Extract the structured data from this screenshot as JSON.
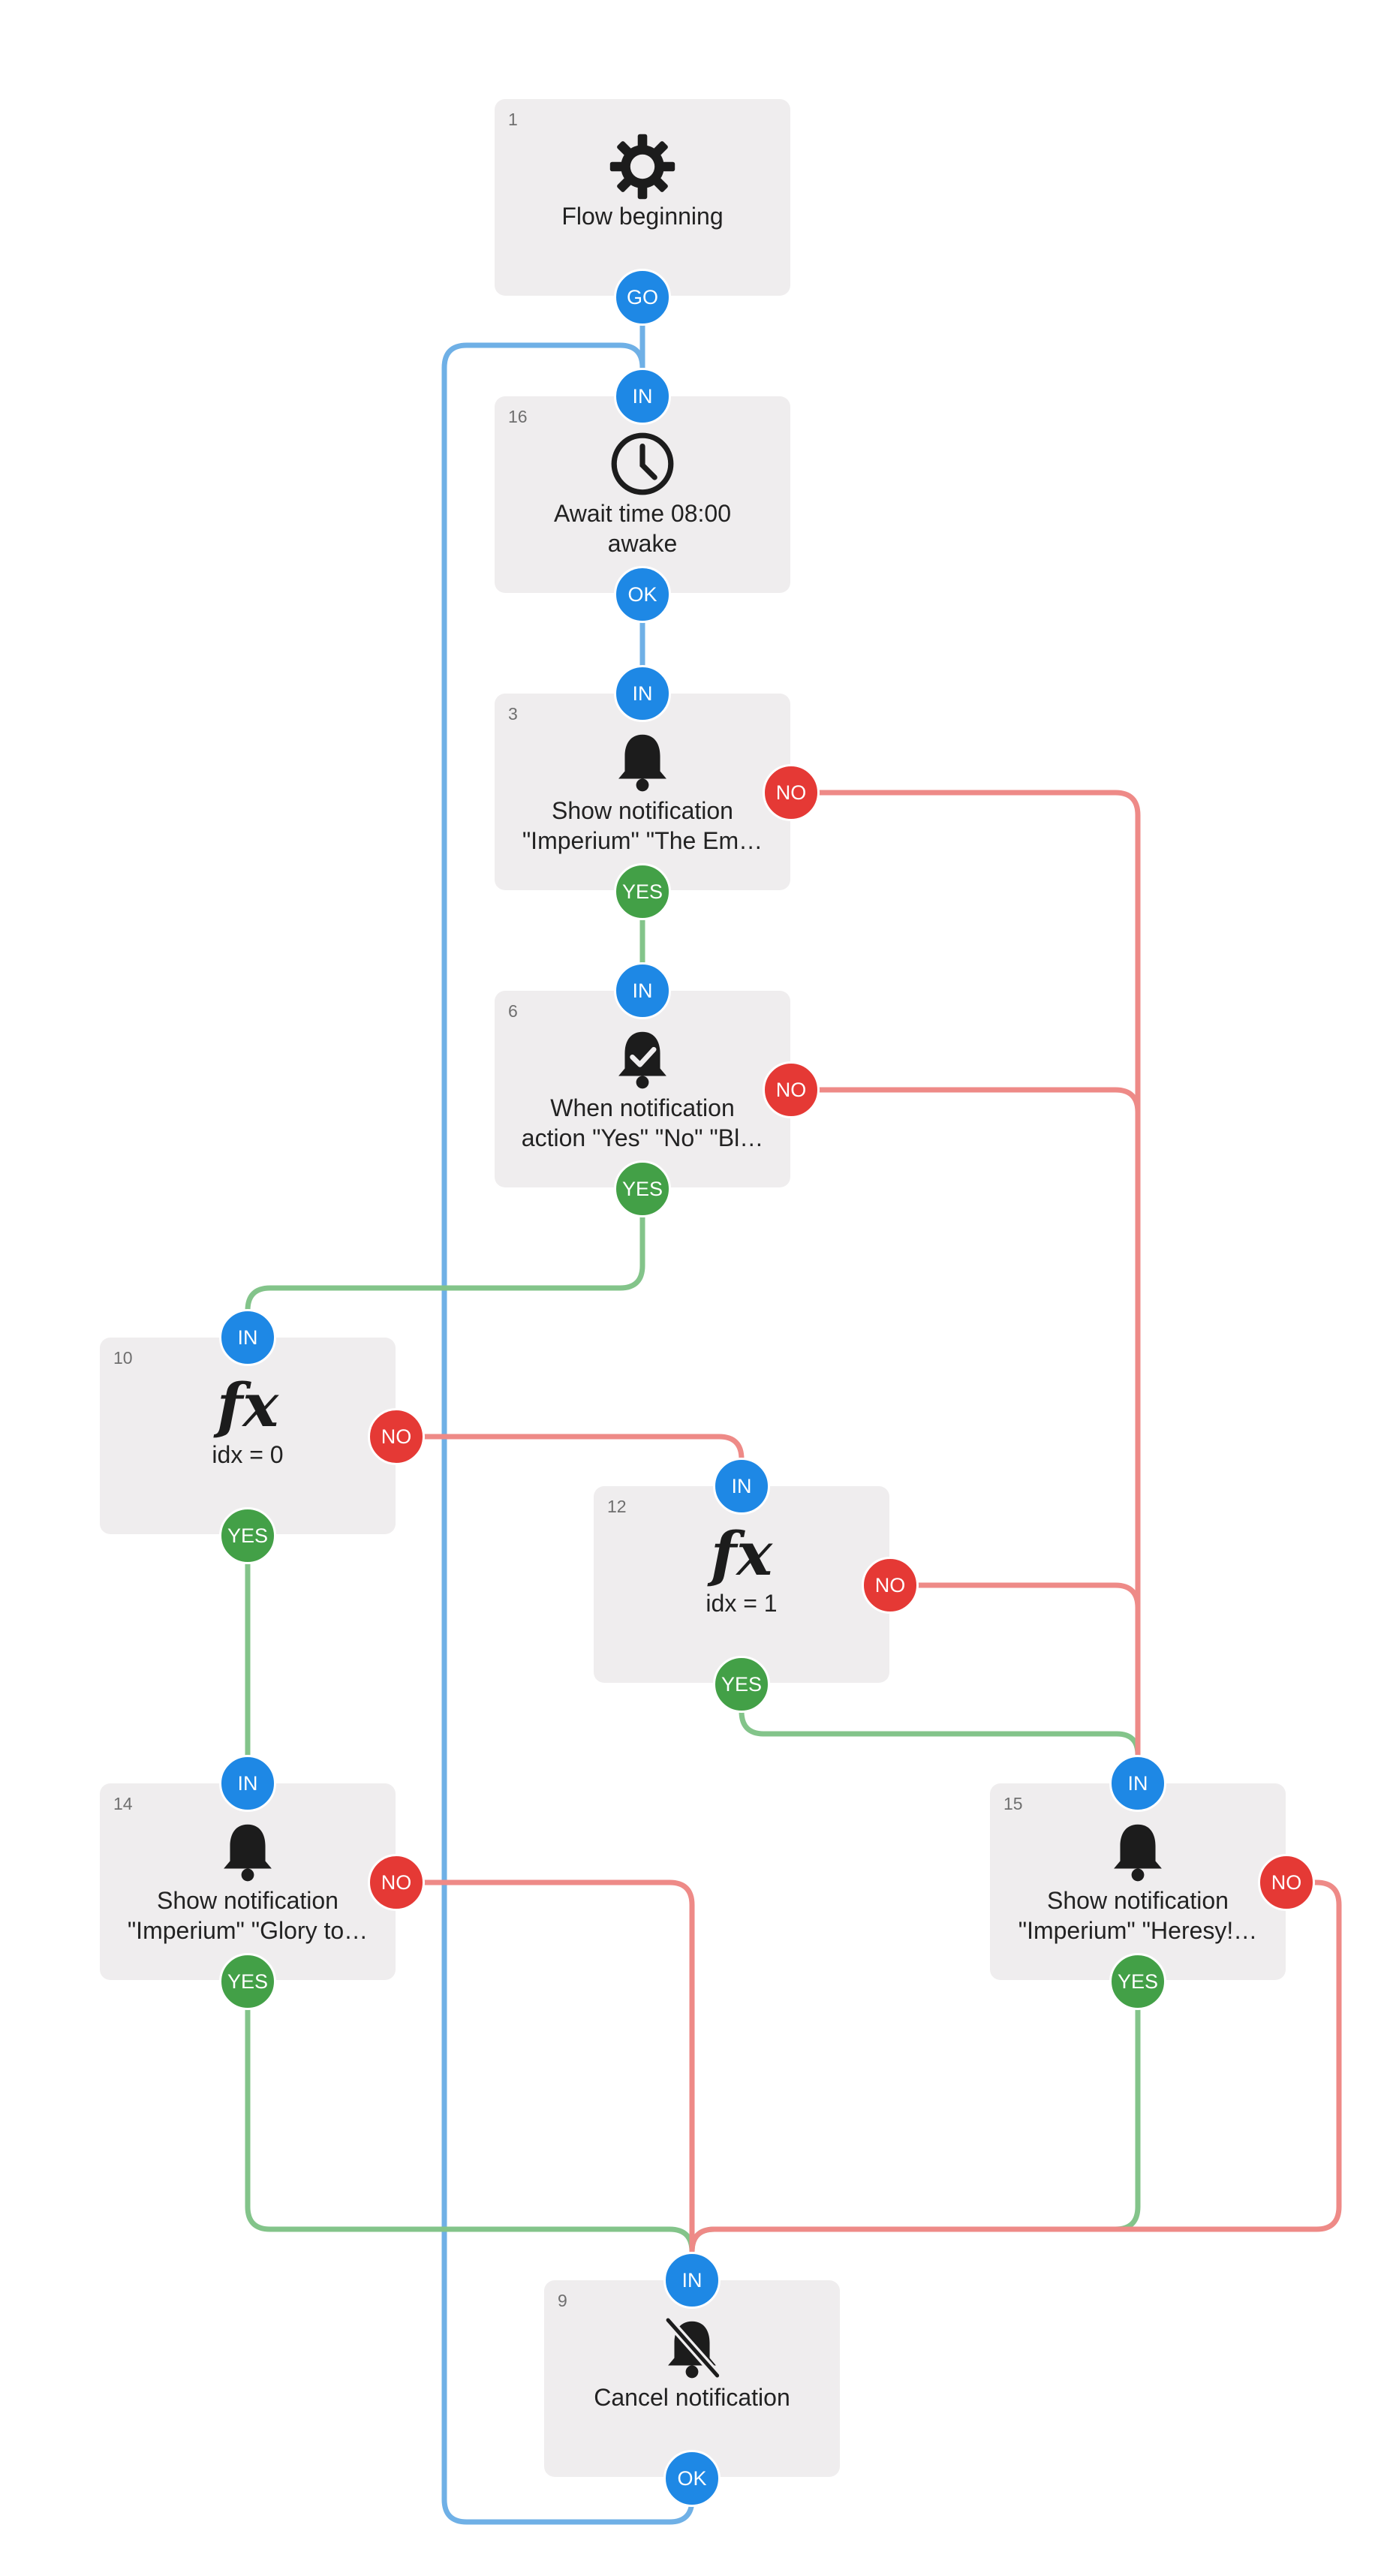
{
  "colors": {
    "blue": "#1e88e5",
    "red": "#e53935",
    "green": "#43a047",
    "wire_blue": "#6fb0e6",
    "wire_red": "#ee8a87",
    "wire_green": "#83c48a",
    "node_bg": "#efedee"
  },
  "nodes": {
    "n1": {
      "number": "1",
      "label": "Flow beginning",
      "icon": "gear-icon",
      "ports": {
        "go": "GO"
      }
    },
    "n16": {
      "number": "16",
      "label": "Await time 08:00\nawake",
      "icon": "clock-icon",
      "ports": {
        "in": "IN",
        "ok": "OK"
      }
    },
    "n3": {
      "number": "3",
      "label": "Show notification\n\"Imperium\" \"The Em…",
      "icon": "bell-icon",
      "ports": {
        "in": "IN",
        "no": "NO",
        "yes": "YES"
      }
    },
    "n6": {
      "number": "6",
      "label": "When notification\naction \"Yes\" \"No\" \"Bl…",
      "icon": "bell-check-icon",
      "ports": {
        "in": "IN",
        "no": "NO",
        "yes": "YES"
      }
    },
    "n10": {
      "number": "10",
      "label": "idx = 0",
      "icon": "function-icon",
      "icon_text": "fx",
      "ports": {
        "in": "IN",
        "no": "NO",
        "yes": "YES"
      }
    },
    "n12": {
      "number": "12",
      "label": "idx = 1",
      "icon": "function-icon",
      "icon_text": "fx",
      "ports": {
        "in": "IN",
        "no": "NO",
        "yes": "YES"
      }
    },
    "n14": {
      "number": "14",
      "label": "Show notification\n\"Imperium\" \"Glory to…",
      "icon": "bell-icon",
      "ports": {
        "in": "IN",
        "no": "NO",
        "yes": "YES"
      }
    },
    "n15": {
      "number": "15",
      "label": "Show notification\n\"Imperium\" \"Heresy!…",
      "icon": "bell-icon",
      "ports": {
        "in": "IN",
        "no": "NO",
        "yes": "YES"
      }
    },
    "n9": {
      "number": "9",
      "label": "Cancel notification",
      "icon": "bell-off-icon",
      "ports": {
        "in": "IN",
        "ok": "OK"
      }
    }
  }
}
